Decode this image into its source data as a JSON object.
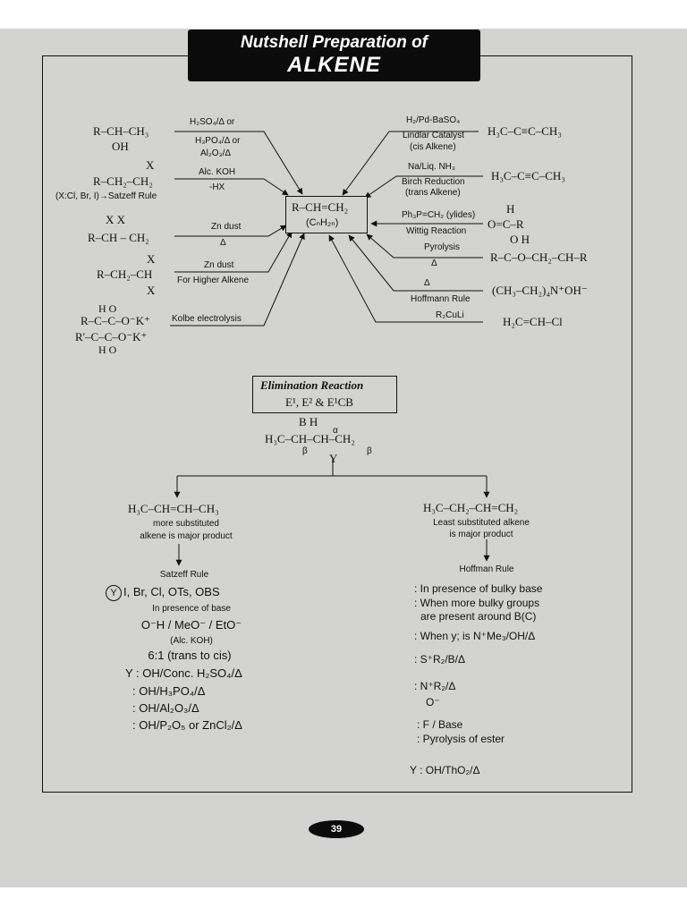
{
  "title": {
    "line1": "Nutshell Preparation of",
    "line2": "ALKENE"
  },
  "center": {
    "formula": "R–CH=CH₂",
    "general": "(CₙH₂ₙ)"
  },
  "left_reactions": [
    {
      "substrate_lines": [
        "R–CH–CH₃",
        "OH"
      ],
      "reagent_top": "H₂SO₄/Δ or",
      "reagent_bottom": [
        "H₃PO₄/Δ or",
        "Al₂O₃/Δ"
      ]
    },
    {
      "substrate_lines": [
        "X",
        "R–CH₂–CH₂"
      ],
      "reagent_top": "Alc. KOH",
      "reagent_bottom": [
        "-HX"
      ],
      "note": "(X:Cl, Br, I)→Satzeff Rule"
    },
    {
      "substrate_lines": [
        "X     X",
        "R–CH – CH₂"
      ],
      "reagent_top": "Zn dust",
      "reagent_bottom": [
        "Δ"
      ]
    },
    {
      "substrate_lines": [
        "X",
        "R–CH₂–CH",
        "X"
      ],
      "reagent_top": "Zn dust",
      "reagent_bottom": [
        "For Higher Alkene"
      ]
    },
    {
      "substrate_lines": [
        "H    O",
        "R–C–C–O⁻K⁺",
        "R'–C–C–O⁻K⁺",
        "H    O"
      ],
      "reagent_top": "Kolbe  electrolysis",
      "reagent_bottom": []
    }
  ],
  "right_reactions": [
    {
      "reagent_top": "H₂/Pd-BaSO₄",
      "reagent_bottom": [
        "Lindlar Catalyst",
        "(cis Alkene)"
      ],
      "substrate": "H₃C–C≡C–CH₃"
    },
    {
      "reagent_top": "Na/Liq. NH₃",
      "reagent_bottom": [
        "Birch Reduction",
        "(trans Alkene)"
      ],
      "substrate": "H₃C–C≡C–CH₃"
    },
    {
      "reagent_top": "Ph₃P=CH₂ (ylides)",
      "reagent_bottom": [
        "Wittig Reaction"
      ],
      "substrate_lines": [
        "H",
        "O=C–R"
      ]
    },
    {
      "reagent_top": "Pyrolysis",
      "reagent_bottom": [
        "Δ"
      ],
      "substrate_lines": [
        "O          H",
        "R–C–O–CH₂–CH–R"
      ]
    },
    {
      "reagent_top": "Δ",
      "reagent_bottom": [
        "Hoffmann Rule"
      ],
      "substrate": "(CH₃–CH₂)₄N⁺OH⁻"
    },
    {
      "reagent_top": "R₂CuLi",
      "reagent_bottom": [],
      "substrate": "H₂C=CH–Cl"
    }
  ],
  "elimination": {
    "title": "Elimination Reaction",
    "subtitle": "E¹, E² & E¹CB",
    "structure": {
      "top": "B           H",
      "alpha": "α",
      "main": "H₃C–CH–CH–CH₂",
      "beta_left": "β",
      "beta_right": "β",
      "leaving": "Y"
    },
    "left_branch": {
      "product": "H₃C–CH=CH–CH₃",
      "desc": [
        "more substituted",
        "alkene is major product"
      ],
      "rule": "Satzeff Rule",
      "y_label": "Y",
      "y_groups": "I, Br, Cl, OTs, OBS",
      "presence": "In presence of base",
      "bases": "O⁻H / MeO⁻ / EtO⁻",
      "base_note": "(Alc. KOH)",
      "ratio": "6:1 (trans to cis)",
      "conditions": [
        "Y : OH/Conc. H₂SO₄/Δ",
        ": OH/H₃PO₄/Δ",
        ": OH/Al₂O₃/Δ",
        ": OH/P₂O₅ or ZnCl₂/Δ"
      ]
    },
    "right_branch": {
      "product": "H₃C–CH₂–CH=CH₂",
      "desc": [
        "Least substituted alkene",
        "is major product"
      ],
      "rule": "Hoffman Rule",
      "conditions": [
        ": In presence of bulky base",
        ": When more bulky groups",
        "are present around B(C)",
        ": When y; is N⁺Me₃/OH/Δ",
        ": S⁺R₂/B/Δ",
        ": N⁺R₂/Δ",
        "O⁻",
        ": F / Base",
        ": Pyrolysis of ester",
        "Y : OH/ThO₂/Δ"
      ]
    }
  },
  "page_number": "39"
}
